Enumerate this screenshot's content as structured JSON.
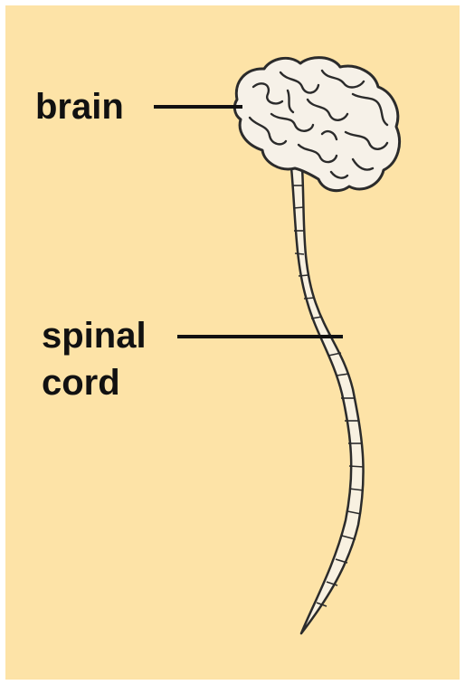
{
  "diagram": {
    "background_color": "#fde3a7",
    "labels": {
      "brain": "brain",
      "spinal_line1": "spinal",
      "spinal_line2": "cord"
    },
    "parts": [
      {
        "name": "brain",
        "icon": "brain-illustration"
      },
      {
        "name": "spinal cord",
        "icon": "spinal-cord-illustration"
      }
    ]
  }
}
